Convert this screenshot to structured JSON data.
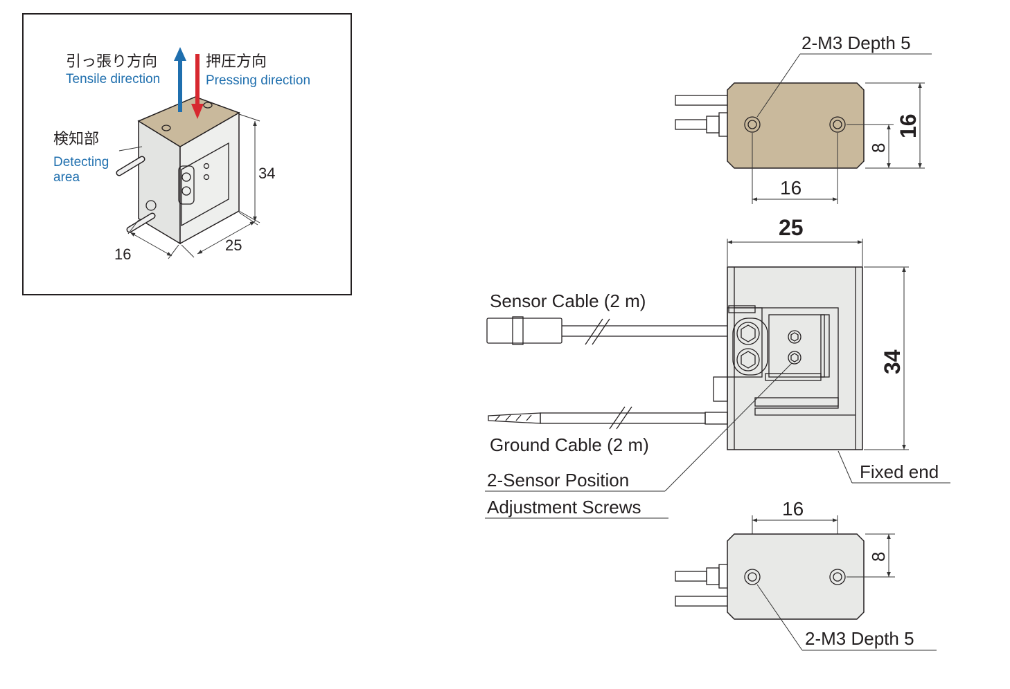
{
  "inset": {
    "tensile_jp": "引っ張り方向",
    "tensile_en": "Tensile direction",
    "pressing_jp": "押圧方向",
    "pressing_en": "Pressing direction",
    "detecting_jp": "検知部",
    "detecting_en_1": "Detecting",
    "detecting_en_2": "area",
    "dim_height": "34",
    "dim_depth": "16",
    "dim_width": "25"
  },
  "top_view": {
    "hole_label": "2-M3 Depth 5",
    "dim_pitch": "16",
    "dim_offset": "8",
    "dim_depth": "16"
  },
  "front_view": {
    "dim_width": "25",
    "dim_height": "34",
    "sensor_cable": "Sensor Cable (2 m)",
    "ground_cable": "Ground Cable (2 m)",
    "screws_1": "2-Sensor Position",
    "screws_2": "Adjustment Screws",
    "fixed_end": "Fixed end"
  },
  "bottom_view": {
    "hole_label": "2-M3 Depth 5",
    "dim_pitch": "16",
    "dim_offset": "8"
  },
  "colors": {
    "tan_face": "#c9b99c",
    "body_face": "#e8e9e7",
    "arrow_up": "#1f6fae",
    "arrow_down": "#d7282f",
    "label_blue": "#1f6fae"
  }
}
